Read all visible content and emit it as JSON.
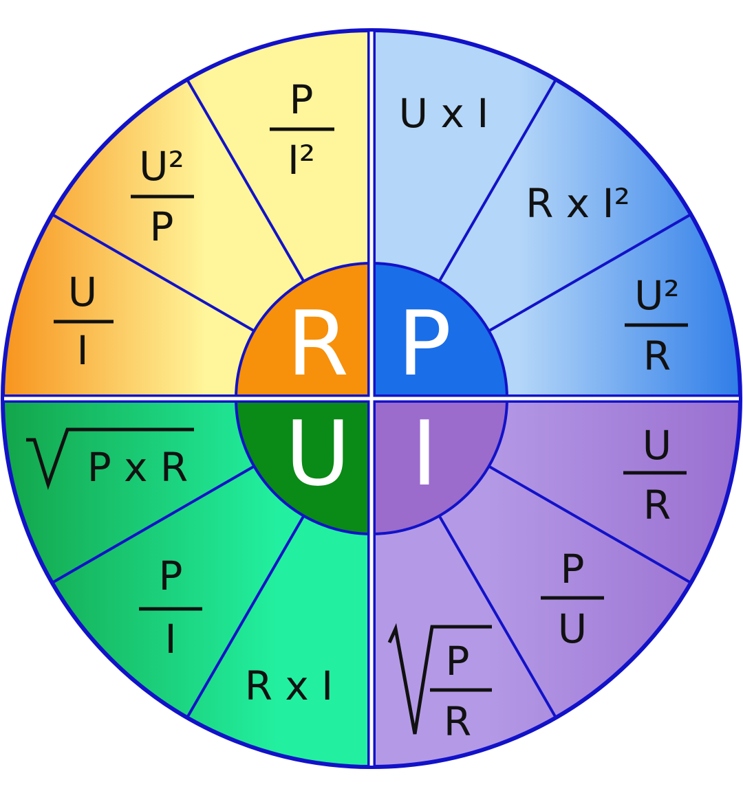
{
  "colors": {
    "outline": "#1212c8",
    "r_inner": "#f7900a",
    "p_inner": "#1a6ee8",
    "u_inner": "#0a8a16",
    "i_inner": "#9b6ccc",
    "r_light": "#fff59a",
    "r_dark": "#f7941d",
    "p_light": "#b4d6f8",
    "p_dark": "#2f7de8",
    "u_light": "#22f0a0",
    "u_dark": "#13a54a",
    "i_light": "#b49ae6",
    "i_dark": "#9a6fd0"
  },
  "center": {
    "r": "R",
    "p": "P",
    "u": "U",
    "i": "I"
  },
  "r_formulas": {
    "f1": {
      "num": "U",
      "den": "I"
    },
    "f2": {
      "num": "U²",
      "den": "P"
    },
    "f3": {
      "num": "P",
      "den": "I²"
    }
  },
  "p_formulas": {
    "f1": "U x I",
    "f2": "R x I²",
    "f3": {
      "num": "U²",
      "den": "R"
    }
  },
  "u_formulas": {
    "f1": "P x R",
    "f2": {
      "num": "P",
      "den": "I"
    },
    "f3": "R x I"
  },
  "i_formulas": {
    "f1": {
      "num": "U",
      "den": "R"
    },
    "f2": {
      "num": "P",
      "den": "U"
    },
    "f3": {
      "num": "P",
      "den": "R"
    }
  }
}
